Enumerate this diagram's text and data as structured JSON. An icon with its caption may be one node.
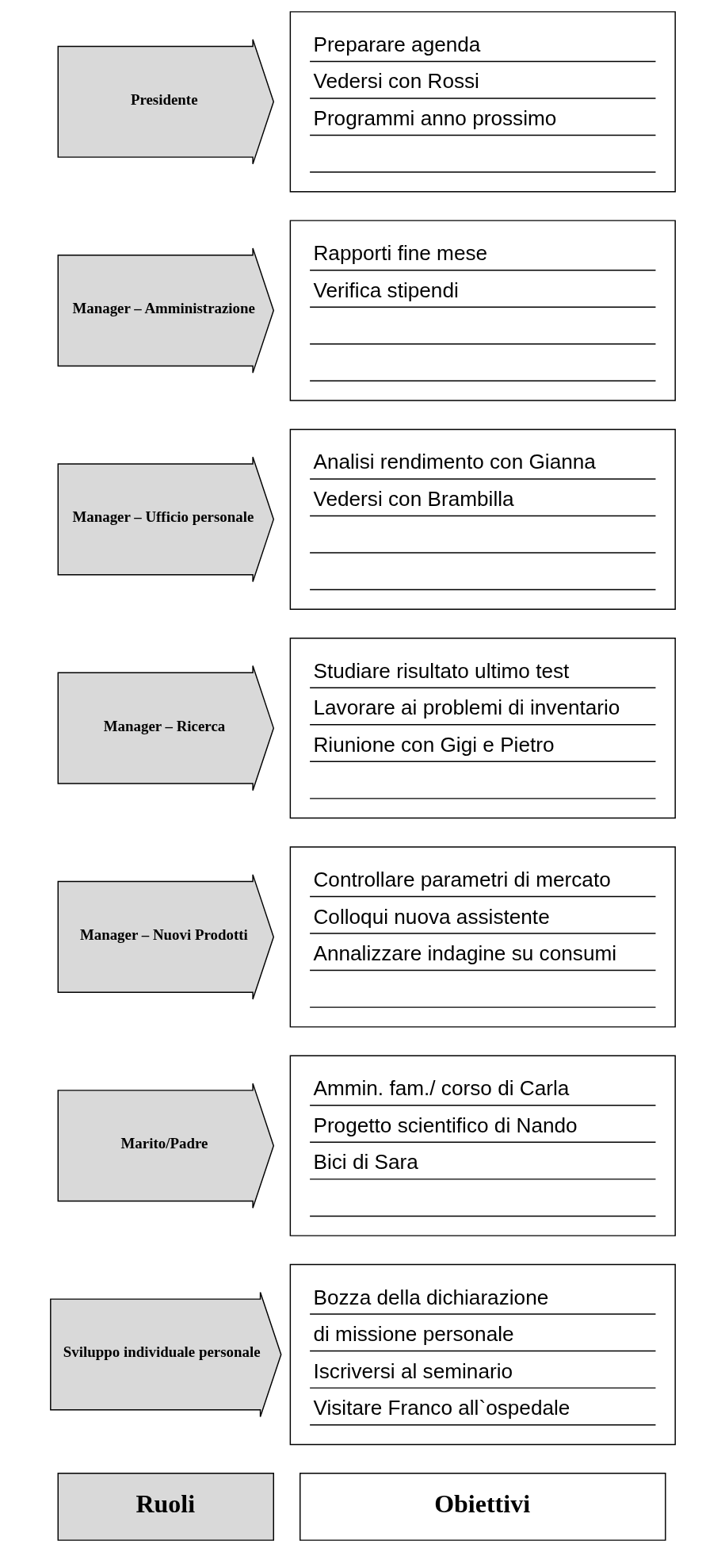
{
  "diagram": {
    "nodes": [
      {
        "text": [
          "Ruoli"
        ]
      },
      {
        "text": [
          "Obiettivi"
        ]
      },
      {
        "text": [
          "Sviluppo individuale personale"
        ]
      },
      {
        "text": [
          "Bozza della dichiarazione",
          "di missione personale",
          "Iscriversi al seminario",
          "Visitare Franco all`ospedale"
        ]
      },
      {
        "text": [
          "Marito/Padre"
        ]
      },
      {
        "text": [
          "Ammin. fam./ corso di Carla",
          "Progetto scientifico di Nando",
          "Bici di Sara"
        ]
      },
      {
        "text": [
          "Manager – Nuovi Prodotti"
        ]
      },
      {
        "text": [
          "Controllare parametri di mercato",
          "Colloqui nuova assistente",
          "Annalizzare indagine su consumi"
        ]
      },
      {
        "text": [
          "Manager – Ricerca"
        ]
      },
      {
        "text": [
          "Studiare risultato ultimo test",
          "Lavorare ai problemi di inventario",
          "Riunione con Gigi e Pietro"
        ]
      },
      {
        "text": [
          "Manager – Ufficio personale"
        ]
      },
      {
        "text": [
          "Analisi rendimento con Gianna",
          "Vedersi con Brambilla"
        ]
      },
      {
        "text": [
          "Manager – Amministrazione"
        ]
      },
      {
        "text": [
          "Rapporti fine mese",
          "Verifica stipendi"
        ]
      },
      {
        "text": [
          "Presidente"
        ]
      },
      {
        "text": [
          "Preparare agenda",
          "Vedersi con Rossi",
          "Programmi anno prossimo"
        ]
      }
    ]
  }
}
